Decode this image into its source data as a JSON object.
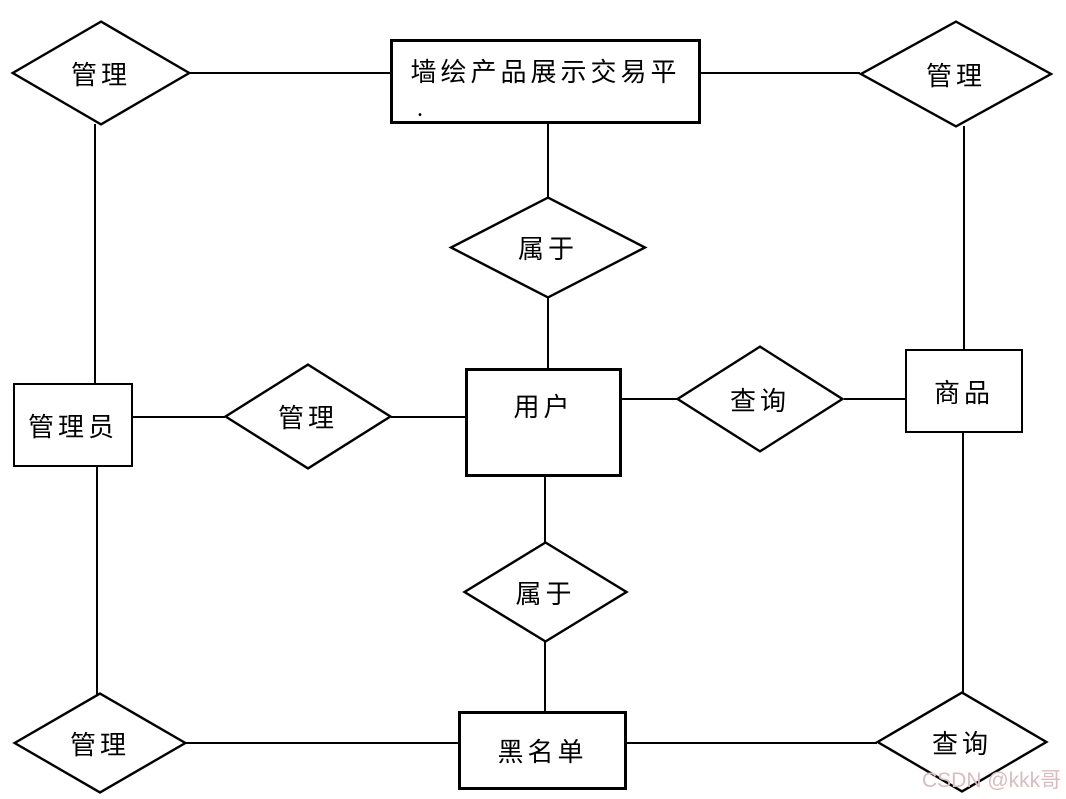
{
  "diagram_type": "er-diagram",
  "entities": {
    "platform": {
      "label": "墙绘产品展示交易平",
      "note": "."
    },
    "admin": {
      "label": "管理员"
    },
    "user": {
      "label": "用户"
    },
    "product": {
      "label": "商品"
    },
    "blacklist": {
      "label": "黑名单"
    }
  },
  "relations": {
    "manage_top_left": {
      "label": "管理"
    },
    "manage_top_right": {
      "label": "管理"
    },
    "belongs_upper": {
      "label": "属于"
    },
    "manage_left": {
      "label": "管理"
    },
    "query_right": {
      "label": "查询"
    },
    "belongs_lower": {
      "label": "属于"
    },
    "manage_bottom_left": {
      "label": "管理"
    },
    "query_bottom_right": {
      "label": "查询"
    }
  },
  "edges": [
    {
      "from": "manage_top_left",
      "to": "platform"
    },
    {
      "from": "platform",
      "to": "manage_top_right"
    },
    {
      "from": "manage_top_left",
      "to": "admin"
    },
    {
      "from": "manage_top_right",
      "to": "product"
    },
    {
      "from": "platform",
      "to": "belongs_upper"
    },
    {
      "from": "belongs_upper",
      "to": "user"
    },
    {
      "from": "admin",
      "to": "manage_left"
    },
    {
      "from": "manage_left",
      "to": "user"
    },
    {
      "from": "user",
      "to": "query_right"
    },
    {
      "from": "query_right",
      "to": "product"
    },
    {
      "from": "user",
      "to": "belongs_lower"
    },
    {
      "from": "belongs_lower",
      "to": "blacklist"
    },
    {
      "from": "admin",
      "to": "manage_bottom_left"
    },
    {
      "from": "manage_bottom_left",
      "to": "blacklist"
    },
    {
      "from": "blacklist",
      "to": "query_bottom_right"
    },
    {
      "from": "product",
      "to": "query_bottom_right"
    }
  ],
  "watermark": {
    "text": "CSDN @kkk哥",
    "color": "#d8bdbd"
  },
  "colors": {
    "line": "#000000",
    "background": "#ffffff"
  }
}
